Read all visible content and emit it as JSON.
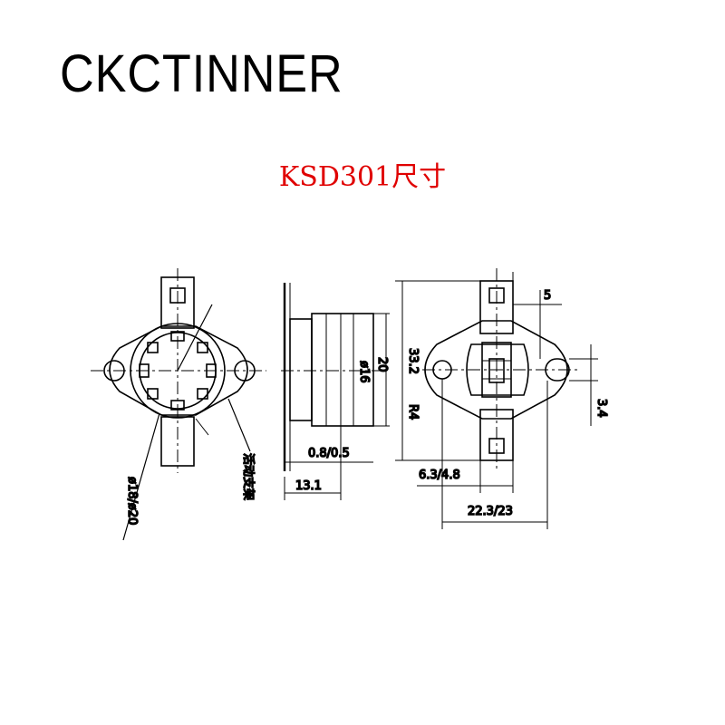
{
  "header": {
    "brand": "CKCTINNER",
    "title": "KSD301尺寸"
  },
  "colors": {
    "title": "#e00000",
    "lines": "#000000"
  },
  "views": {
    "front": {
      "dims": {
        "diameter": "ø18/ø20",
        "note": "活动支架"
      }
    },
    "side": {
      "dims": {
        "body_diameter": "ø16",
        "overall": "20",
        "plate_thickness": "0.8/0.5",
        "depth": "13.1"
      }
    },
    "back": {
      "dims": {
        "height": "33.2",
        "radius": "R4",
        "terminal_width": "5",
        "hole": "3.4",
        "terminal": "6.3/4.8",
        "span": "22.3/23"
      }
    }
  }
}
